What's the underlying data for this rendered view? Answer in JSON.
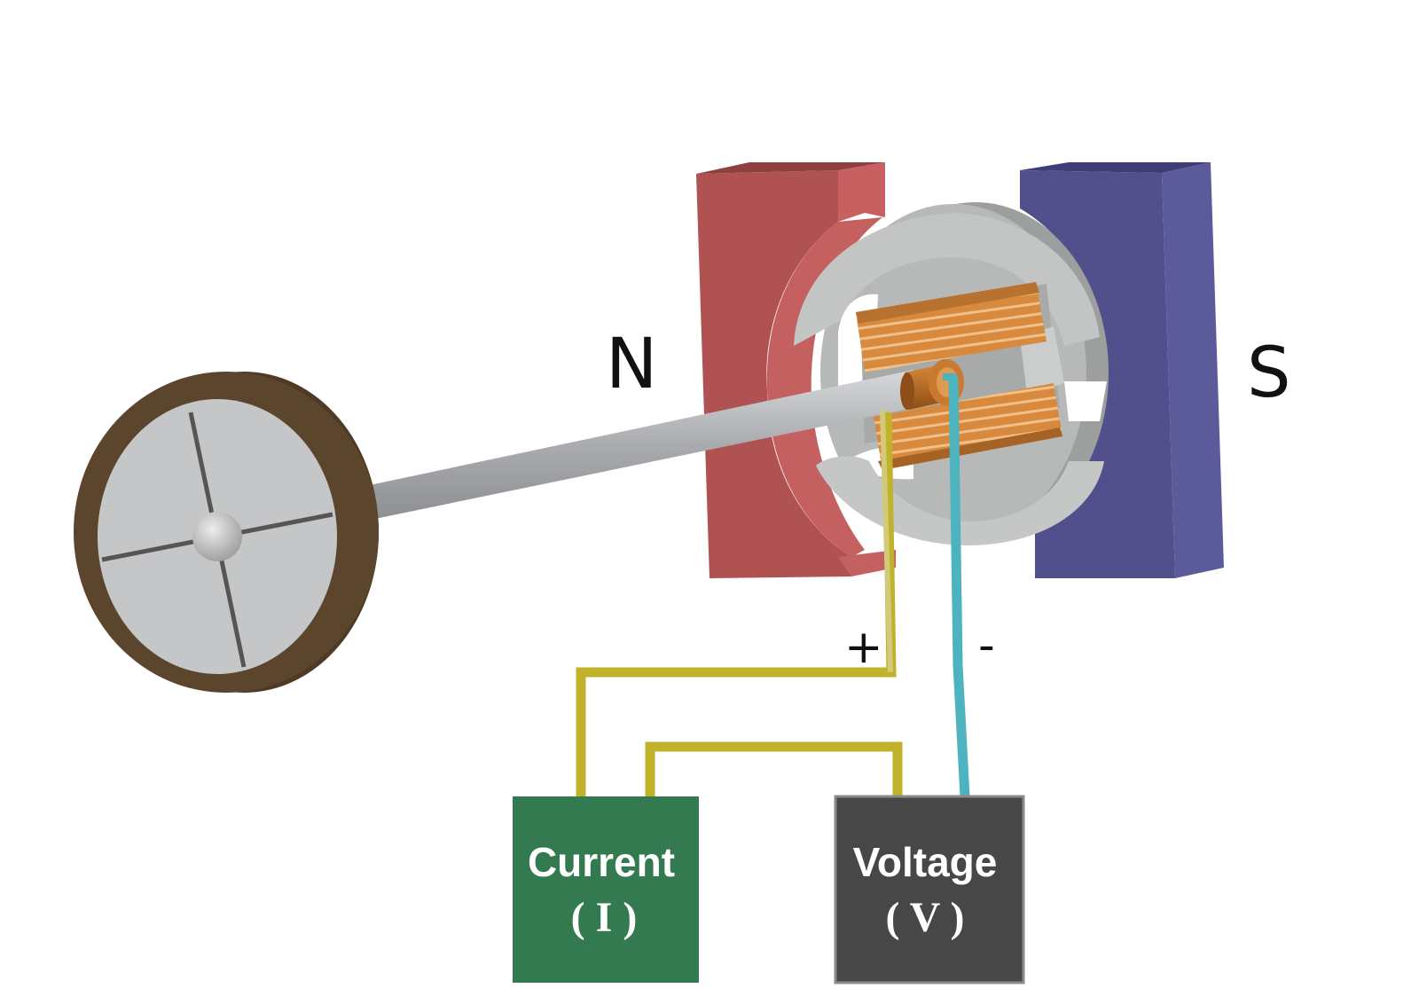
{
  "magnets": {
    "north_label": "N",
    "south_label": "S",
    "north_color": "#b05152",
    "south_color": "#52508c"
  },
  "terminals": {
    "positive_label": "+",
    "negative_label": "-",
    "positive_wire_color": "#c0b22a",
    "negative_wire_color": "#4db3be"
  },
  "current_box": {
    "title": "Current",
    "symbol": "( I )",
    "color": "#347a50"
  },
  "voltage_box": {
    "title": "Voltage",
    "symbol": "( V )",
    "color": "#474747"
  },
  "components": {
    "flywheel_color": "#5b452c",
    "coil_color": "#d78a3e",
    "armature_color": "#b5b7b6"
  }
}
